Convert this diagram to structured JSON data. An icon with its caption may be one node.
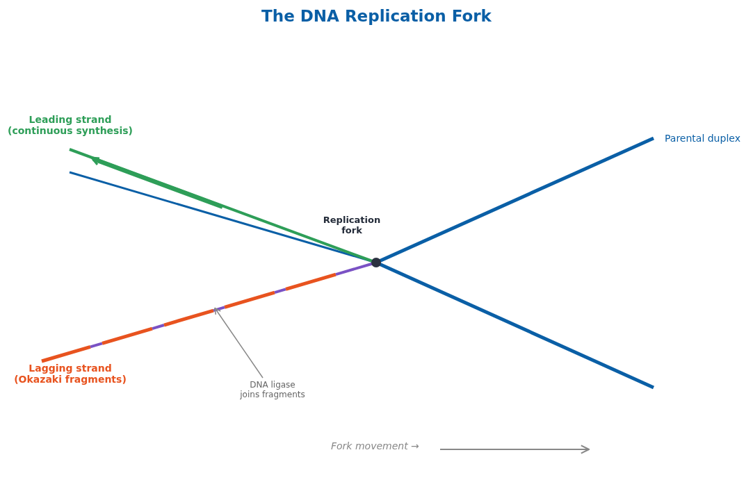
{
  "diagram": {
    "title": "The DNA Replication Fork",
    "nodes": [
      {
        "text": [
          "DNA ligase joins fragments"
        ]
      },
      {
        "text": [],
        "shape": "bar"
      }
    ],
    "edges": [
      {
        "from": 0,
        "to": 1,
        "arrow": "to"
      }
    ],
    "labels": [
      "Leading strand (continuous synthesis)",
      "Parental duplex",
      "Replication fork",
      "Lagging strand (Okazaki fragments)",
      "Fork movement →"
    ]
  }
}
